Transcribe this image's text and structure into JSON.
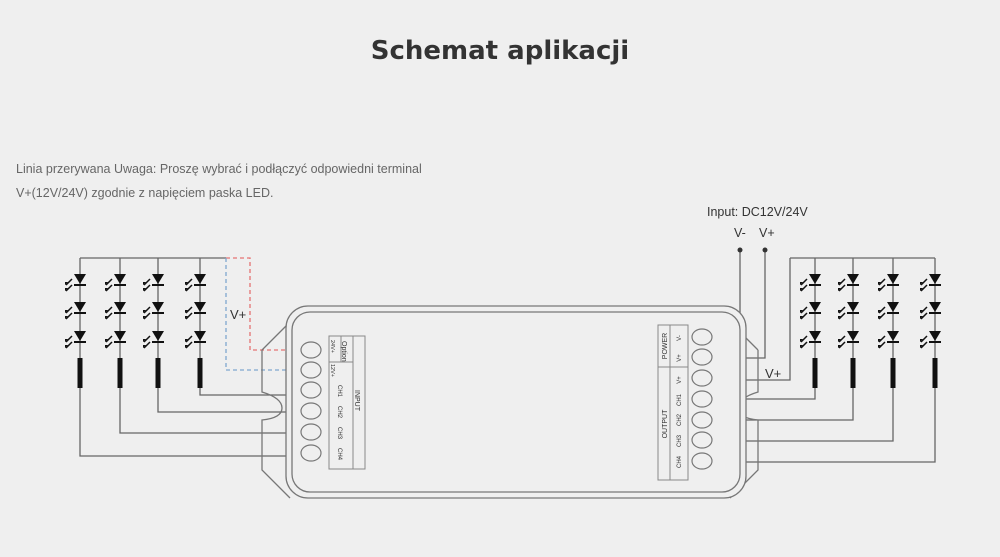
{
  "title": "Schemat aplikacji",
  "note": {
    "line1": "Linia przerywana Uwaga: Proszę wybrać i podłączyć odpowiedni terminal",
    "line2": "V+(12V/24V) zgodnie z napięciem paska LED."
  },
  "diagram": {
    "input_label": "Input: DC12V/24V",
    "vminus": "V-",
    "vplus": "V+",
    "left_vplus": "V+",
    "right_vplus": "V+",
    "input_block": {
      "section": "INPUT",
      "option": "Option",
      "opt_24": "24V+",
      "opt_12": "12V+",
      "channels": [
        "CH1",
        "CH2",
        "CH3",
        "CH4"
      ]
    },
    "output_block": {
      "power": "POWER",
      "output": "OUTPUT",
      "pins": [
        "V-",
        "V+",
        "V+",
        "CH1",
        "CH2",
        "CH3",
        "CH4"
      ]
    },
    "colors": {
      "dash_red": "#e57373",
      "dash_blue": "#7fa7cf",
      "wire": "#666666"
    }
  }
}
